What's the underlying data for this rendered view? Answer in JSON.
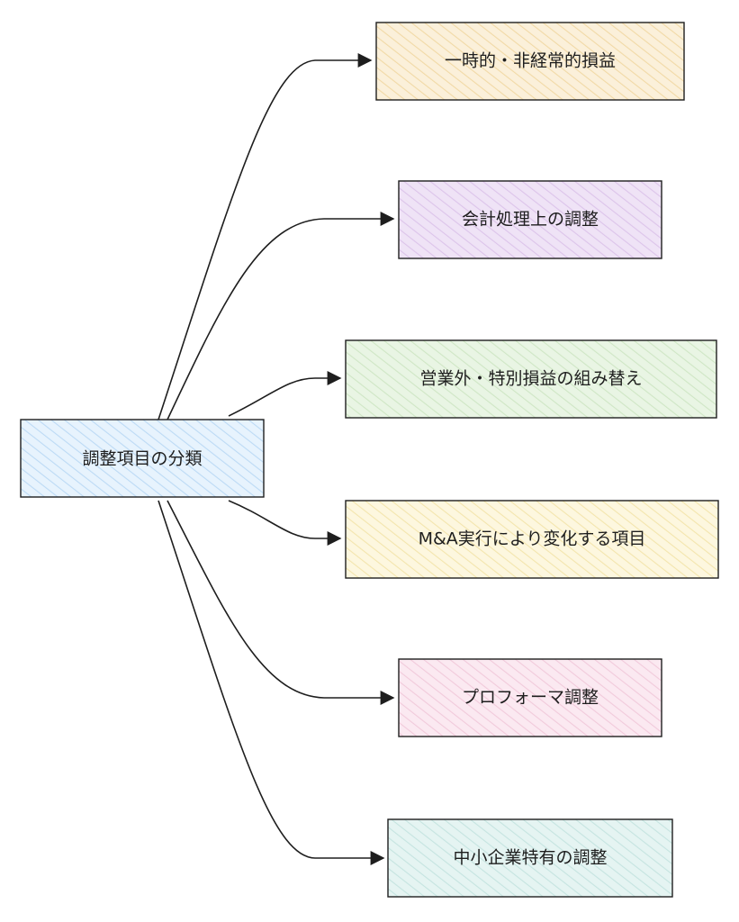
{
  "diagram": {
    "root": {
      "label": "調整項目の分類",
      "fill": "#e7f3fd"
    },
    "categories": [
      {
        "id": "one-time",
        "label": "一時的・非経常的損益",
        "fill": "#fbf0da",
        "hatch": "#f1d9a6"
      },
      {
        "id": "accounting",
        "label": "会計処理上の調整",
        "fill": "#efe3f6",
        "hatch": "#dcc4ea"
      },
      {
        "id": "reclass",
        "label": "営業外・特別損益の組み替え",
        "fill": "#e9f5e4",
        "hatch": "#cfe6c5"
      },
      {
        "id": "ma",
        "label": "M&A実行により変化する項目",
        "fill": "#fdf7df",
        "hatch": "#f3e5ad"
      },
      {
        "id": "proforma",
        "label": "プロフォーマ調整",
        "fill": "#fbe9f1",
        "hatch": "#f1cadb"
      },
      {
        "id": "sme",
        "label": "中小企業特有の調整",
        "fill": "#e5f4f2",
        "hatch": "#c5e4e0"
      }
    ],
    "colors": {
      "stroke": "#1e1e1e",
      "text": "#1e1e1e",
      "root_hatch": "#bcdaf5"
    }
  }
}
